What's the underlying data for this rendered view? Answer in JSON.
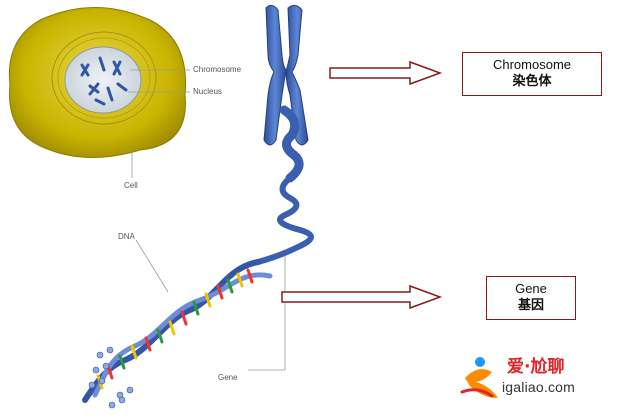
{
  "diagram": {
    "labels": {
      "chromosome_small": "Chromosome",
      "nucleus": "Nucleus",
      "cell": "Cell",
      "dna": "DNA",
      "gene_small": "Gene"
    },
    "callouts": {
      "chromosome": {
        "en": "Chromosome",
        "zh": "染色体"
      },
      "gene": {
        "en": "Gene",
        "zh": "基因"
      }
    }
  },
  "watermark": {
    "name_zh": "爱·尬聊",
    "url": "igaliao.com"
  },
  "colors": {
    "cell_fill": "#c8b400",
    "chromosome_blue": "#3a5fb0",
    "arrow_red": "#8a1a1a",
    "watermark_red": "#e0242b"
  }
}
